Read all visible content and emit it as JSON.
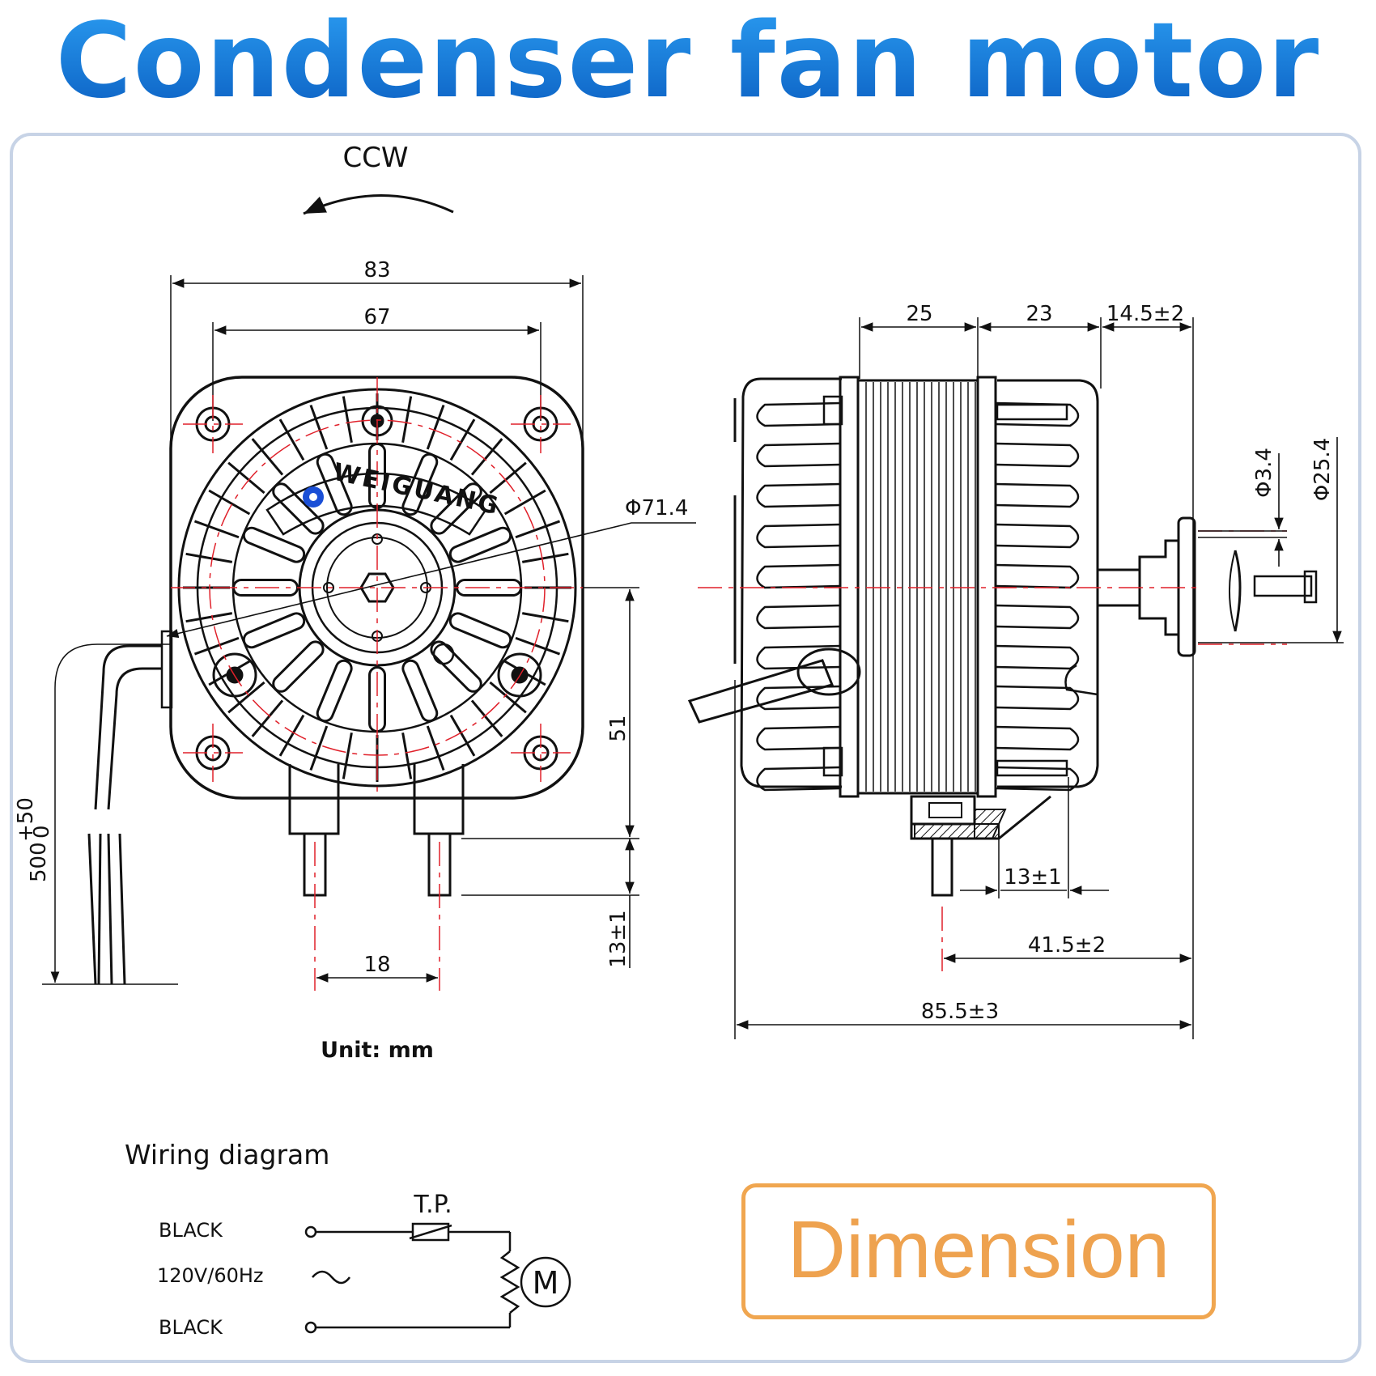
{
  "title": "Condenser fan motor",
  "rotation": "CCW",
  "brand": "WEIGUANG",
  "dimensions": {
    "overall_width": "83",
    "mount_hole_spacing": "67",
    "diameter": "Φ71.4",
    "height": "51",
    "lead_length_label": "500",
    "lead_tol_upper": "+50",
    "lead_tol_lower": "0",
    "shaft_ext": "13±1",
    "foot_spacing": "18",
    "depth_a": "25",
    "depth_b": "23",
    "shaft_len": "14.5±2",
    "shaft_dia": "Φ3.4",
    "hub_dia": "Φ25.4",
    "foot_ext": "13±1",
    "shaft_to_mount": "41.5±2",
    "overall_length": "85.5±3"
  },
  "unit_note": "Unit: mm",
  "wiring": {
    "title": "Wiring  diagram",
    "wire_top": "BLACK",
    "supply": "120V/60Hz",
    "wire_bottom": "BLACK",
    "protector": "T.P.",
    "motor": "M"
  },
  "badge": "Dimension",
  "colors": {
    "title_blue": "#1479d9",
    "frame_border": "#c7d3e6",
    "badge_orange": "#eea24f",
    "center_line_red": "#e0202a",
    "logo_blue": "#1a4fd6"
  }
}
